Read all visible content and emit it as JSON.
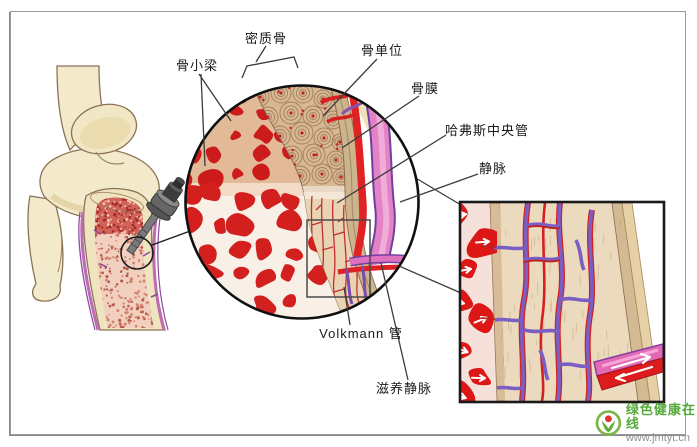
{
  "labels": {
    "compact_bone": "密质骨",
    "trabeculae": "骨小梁",
    "osteon": "骨单位",
    "periosteum": "骨膜",
    "haversian_central_canal": "哈弗斯中央管",
    "vein": "静脉",
    "volkmann_canal": "Volkmann 管",
    "nutrient_vein": "滋养静脉"
  },
  "watermark": {
    "site_name": "绿色健康在线",
    "site_url": "www.jmtyt.cn"
  },
  "colors": {
    "bone_beige": "#f3e9cb",
    "trabecular_red": "#ce1c1c",
    "artery_red": "#e02424",
    "vein_magenta": "#e383c6",
    "vein_outline_purple": "#7040a0",
    "inset_vein_purple": "#7b5ec4",
    "watermark_green": "#55a93a"
  }
}
